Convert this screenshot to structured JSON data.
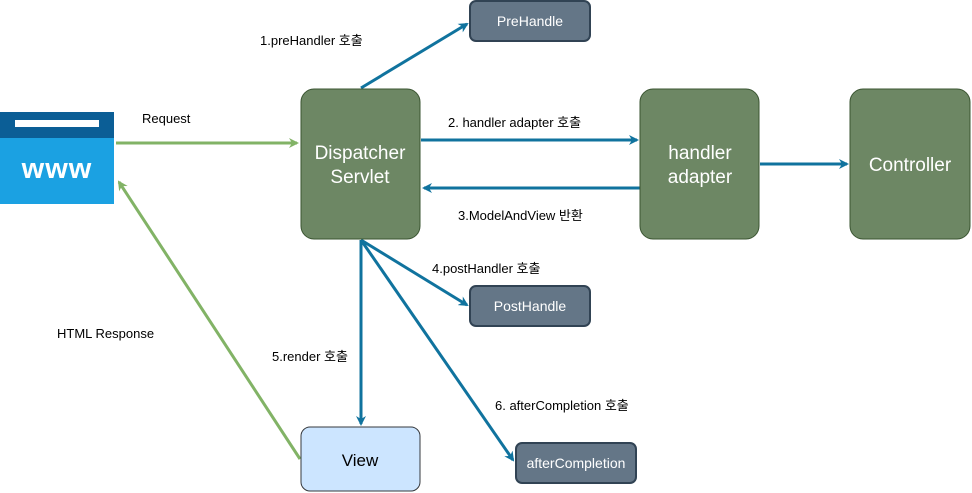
{
  "colors": {
    "green_node": "#6d8764",
    "green_node_border": "#3a5431",
    "slate_node": "#647687",
    "slate_node_border": "#314354",
    "view_fill": "#cce5ff",
    "view_border": "#36393d",
    "blue_edge": "#10739e",
    "green_edge": "#82b366",
    "browser_icon": "#1ba1e2",
    "browser_header": "#0b5e96"
  },
  "icons": {
    "browser": "browser-www-icon"
  },
  "nodes": {
    "browser_text": "www",
    "dispatcher_line1": "Dispatcher",
    "dispatcher_line2": "Servlet",
    "handler_adapter_line1": "handler",
    "handler_adapter_line2": "adapter",
    "controller": "Controller",
    "prehandle": "PreHandle",
    "posthandle": "PostHandle",
    "after_completion": "afterCompletion",
    "view": "View"
  },
  "edges": {
    "request": "Request",
    "html_response": "HTML Response",
    "prehandler_call": "1.preHandler 호출",
    "handler_adapter_call": "2. handler adapter 호출",
    "model_and_view_return": "3.ModelAndView 반환",
    "posthandler_call": "4.postHandler  호출",
    "render_call": "5.render 호출",
    "after_completion_call": "6. afterCompletion 호출"
  }
}
